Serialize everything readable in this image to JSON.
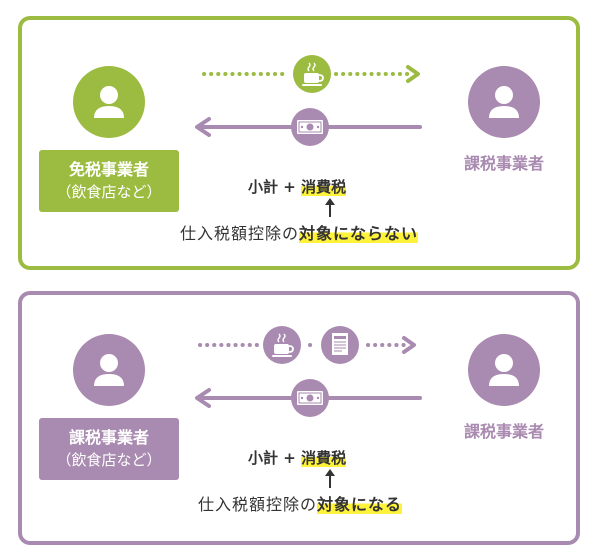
{
  "colors": {
    "green": "#9cbb41",
    "purple": "#a98ab0",
    "highlight": "#fff23a"
  },
  "panels": [
    {
      "left_party": {
        "line1": "免税事業者",
        "line2": "（飲食店など）",
        "icon": "person-icon"
      },
      "right_party": {
        "label": "課税事業者",
        "icon": "person-icon"
      },
      "formula": {
        "subtotal": "小計",
        "plus": "+",
        "tax": "消費税"
      },
      "note": {
        "prefix": "仕入税額控除の",
        "emphasis": "対象にならない"
      },
      "goods_icons": [
        "coffee-cup-icon"
      ],
      "payment_icon": "banknote-icon"
    },
    {
      "left_party": {
        "line1": "課税事業者",
        "line2": "（飲食店など）",
        "icon": "person-icon"
      },
      "right_party": {
        "label": "課税事業者",
        "icon": "person-icon"
      },
      "formula": {
        "subtotal": "小計",
        "plus": "+",
        "tax": "消費税"
      },
      "note": {
        "prefix": "仕入税額控除の",
        "emphasis": "対象になる"
      },
      "goods_icons": [
        "coffee-cup-icon",
        "invoice-icon"
      ],
      "payment_icon": "banknote-icon"
    }
  ]
}
